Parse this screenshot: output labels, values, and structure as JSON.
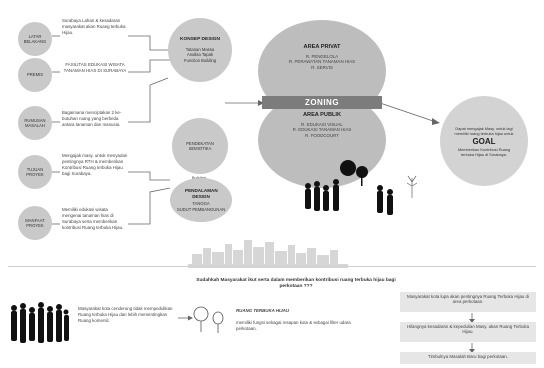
{
  "left_nodes": [
    {
      "label": "LATAR BELAKANG",
      "text": "Surabaya Lahan & kesadaran masyarakat akan Ruang terbuka Hijau."
    },
    {
      "label": "PREMIS",
      "text": "FASILITAS EDUKASI WISATA TANAMAN HIAS DI SURABAYA"
    },
    {
      "label": "RUMUSAN MASALAH",
      "text": "Bagaimana menciptakan 2 ke-butuhan ruang yang berbeda antara tanaman dan manusia."
    },
    {
      "label": "TUJUAN PROYEK",
      "text": "Mengajak masy. untuk menyadari pentingnya RTH & memberikan Kontribusi Ruang terbuka Hijau bagi Surabaya."
    },
    {
      "label": "MANFAAT PROYEK",
      "text": "Memiliki edukasi wisata mengenai tanaman hias di Surabaya serta memberikan kontribusi Ruang terbuka Hijau."
    }
  ],
  "konsep": {
    "title": "KONSEP DESIGN",
    "items": [
      "Tatanan Massa",
      "Analisa Tapak",
      "Function Building"
    ]
  },
  "pendekatan": {
    "title": "PENDEKATAN SEMIOTIKA"
  },
  "building_function": "Building Function",
  "pendalaman": {
    "title": "PENDALAMAN DESIGN",
    "items": [
      "TANGGA",
      "SUDUT PEMBANGUNAN"
    ]
  },
  "zoning": {
    "label": "ZONING",
    "privat_title": "AREA PRIVAT",
    "privat_items": [
      "R. PENGELOLA",
      "R. PERAWATAN TANAMAN HIAS",
      "R. SERVIS"
    ],
    "publik_title": "AREA PUBLIK",
    "publik_items": [
      "R. EDUKASI VISUAL",
      "R. EDUKASI TANAMAN HIAS",
      "R. FOODCOURT"
    ]
  },
  "goal": {
    "top_text": "Dapat mengajak Masy. untuk lagi memiliki ruang terbuka hijau untuk",
    "label": "GOAL",
    "bottom_text": "Memberikan Kontribusi Ruang terbuka Hijau di Surabaya."
  },
  "question": "Sudahkah Masyarakat ikut serta dalam memberikan kontribusi ruang terbuka hijau bagi perkotaan ???",
  "bottom_left_text": "Masyarakat kota cenderung tidak mempedulikan Ruang terbuka Hijau dan lebih mementingkan Ruang komersil.",
  "rth": {
    "title": "RUANG TERBUKA HIJAU",
    "text": "memiliki fungsi sebagai resapan kota & sebagai filter udara perkotaan."
  },
  "chain": [
    "Masyarakat kota lupa akan pentingnya Ruang Terbuka Hijau di area perkotaan.",
    "Hilangnya kesadaran & kepedulian Masy. akan Ruang Terbuka Hijau.",
    "Timbulnya Masalah Baru bagi perkotaan."
  ],
  "colors": {
    "circle": "#c9c9c9",
    "zoning_bar": "#7c7c7c",
    "silhouette": "#111111"
  }
}
